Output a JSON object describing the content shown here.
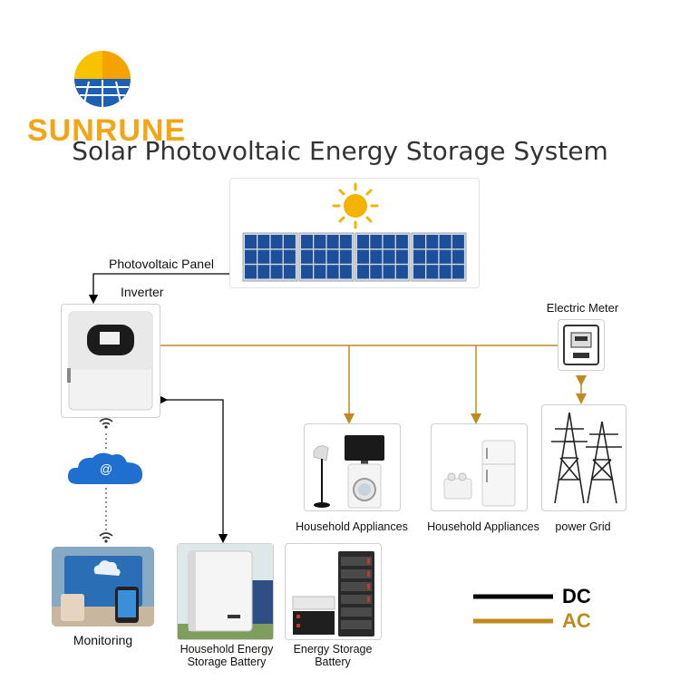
{
  "brand": {
    "name": "SUNRUNE"
  },
  "title": "Solar Photovoltaic Energy Storage System",
  "labels": {
    "pv_panel": "Photovoltaic Panel",
    "inverter": "Inverter",
    "electric_meter": "Electric Meter",
    "appliances_1": "Household Appliances",
    "appliances_2": "Household Appliances",
    "power_grid": "power Grid",
    "monitoring": "Monitoring",
    "storage_battery_1": "Household Energy",
    "storage_battery_2": "Storage Battery",
    "energy_storage_1": "Energy Storage",
    "energy_storage_2": "Battery"
  },
  "network_icon_text": "@",
  "legend": [
    {
      "label": "DC",
      "color": "#000000"
    },
    {
      "label": "AC",
      "color": "#c08a1e"
    }
  ],
  "colors": {
    "ac": "#c08a1e",
    "dc": "#000000",
    "panel": "#1c4e9a",
    "sun": "#f5b301",
    "cloud": "#1f6fd1"
  }
}
